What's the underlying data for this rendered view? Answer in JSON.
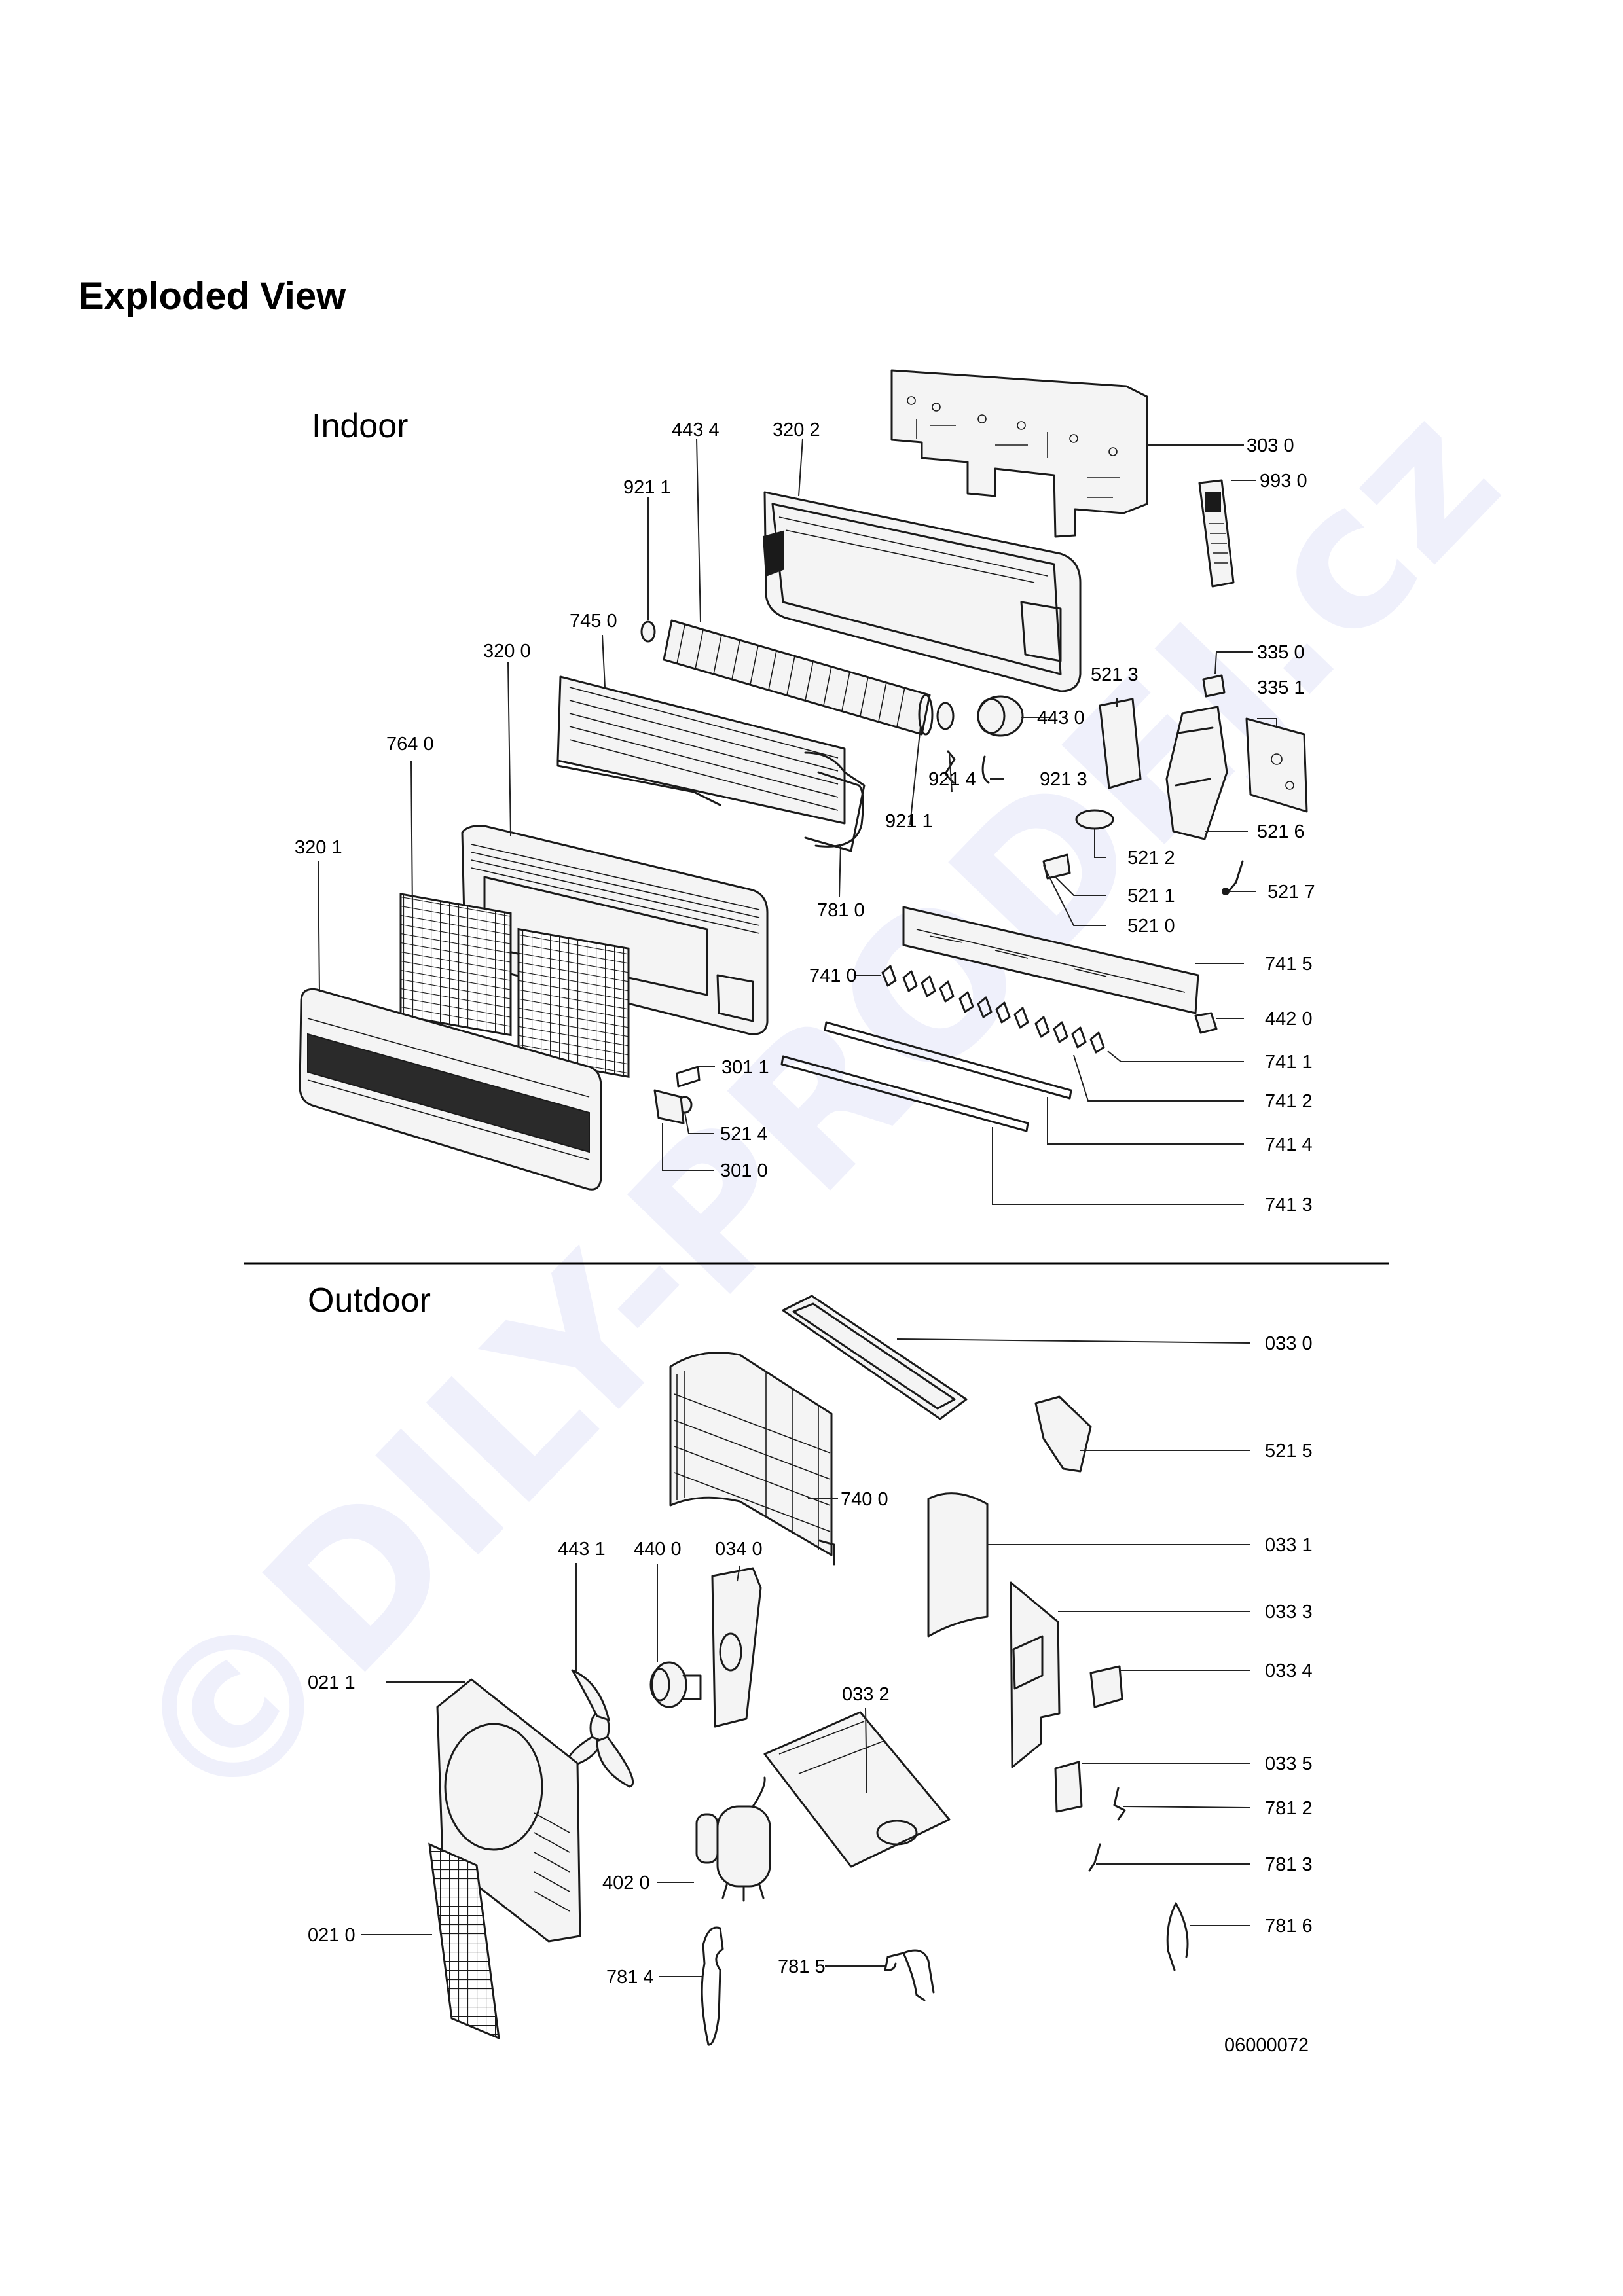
{
  "page_title": "Exploded View",
  "watermark": "©DILY-PRODEJ.cz",
  "sections": {
    "indoor": {
      "title": "Indoor",
      "callouts": {
        "c3030": "303 0",
        "c9930": "993 0",
        "c4434": "443 4",
        "c3202": "320 2",
        "c9211a": "921 1",
        "c7450": "745 0",
        "c3200": "320 0",
        "c7640": "764 0",
        "c3201": "320 1",
        "c3350": "335 0",
        "c3351": "335 1",
        "c5213": "521 3",
        "c4430": "443 0",
        "c9213": "921 3",
        "c9214": "921 4",
        "c9211b": "921 1",
        "c5216": "521 6",
        "c5212": "521 2",
        "c5211": "521 1",
        "c5217": "521 7",
        "c5210": "521 0",
        "c7810": "781 0",
        "c7415": "741 5",
        "c7410": "741 0",
        "c4420": "442 0",
        "c7411": "741 1",
        "c7412": "741 2",
        "c3011": "301 1",
        "c5214": "521 4",
        "c7414": "741 4",
        "c3010": "301 0",
        "c7413": "741 3"
      }
    },
    "outdoor": {
      "title": "Outdoor",
      "callouts": {
        "c0330": "033 0",
        "c5215": "521 5",
        "c7400": "740 0",
        "c0331": "033 1",
        "c4431": "443 1",
        "c4400": "440 0",
        "c0340": "034 0",
        "c0333": "033 3",
        "c0211": "021 1",
        "c0332": "033 2",
        "c0334": "033 4",
        "c0335": "033 5",
        "c7812": "781 2",
        "c4020": "402 0",
        "c7813": "781 3",
        "c0210": "021 0",
        "c7814": "781 4",
        "c7815": "781 5",
        "c7816": "781 6"
      }
    }
  },
  "drawing_number": "06000072"
}
